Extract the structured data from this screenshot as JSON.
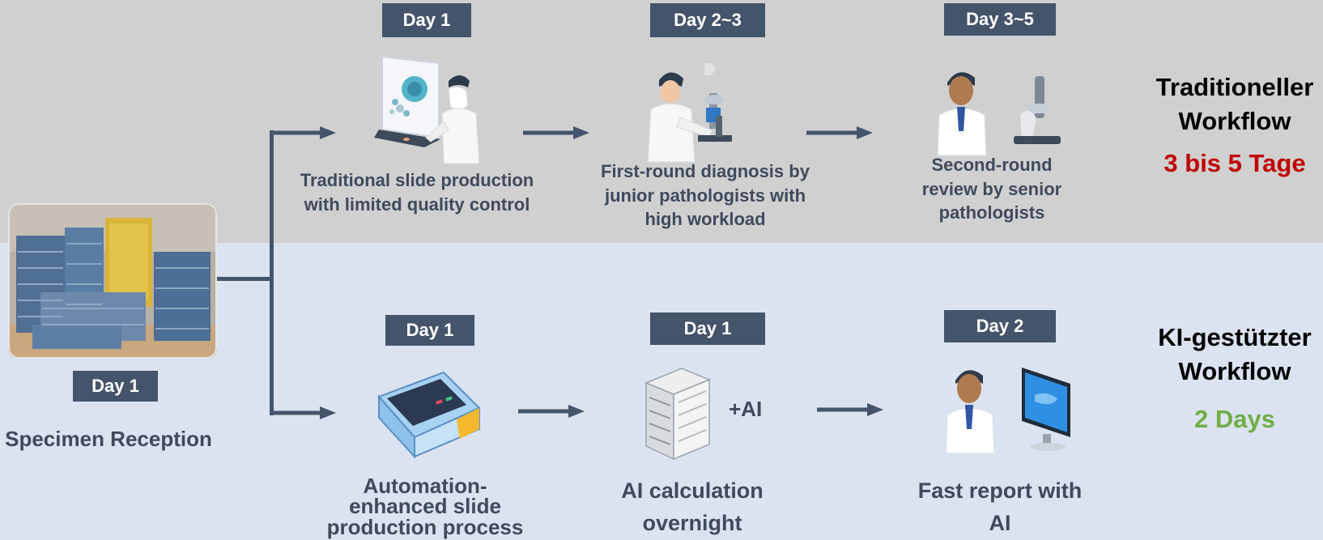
{
  "specimen": {
    "day": "Day 1",
    "label": "Specimen Reception"
  },
  "traditional": {
    "steps": [
      {
        "day": "Day 1",
        "caption_lines": [
          "Traditional slide  production",
          "with  limited quality control"
        ]
      },
      {
        "day": "Day 2~3",
        "caption_lines": [
          "First-round diagnosis  by",
          "junior pathologists with",
          "high workload"
        ]
      },
      {
        "day": "Day 3~5",
        "caption_lines": [
          "Second-round",
          "review by senior",
          "pathologists"
        ]
      }
    ],
    "title_lines": [
      "Traditioneller",
      "Workflow"
    ],
    "duration": "3 bis 5 Tage",
    "duration_color": "#c00000"
  },
  "ai": {
    "steps": [
      {
        "day": "Day 1",
        "caption_lines": [
          "Automation-",
          "enhanced  slide",
          "production process"
        ]
      },
      {
        "day": "Day 1",
        "caption_lines": [
          "AI calculation",
          "overnight"
        ],
        "badge": "+AI"
      },
      {
        "day": "Day 2",
        "caption_lines": [
          "Fast report with",
          "AI"
        ]
      }
    ],
    "title_lines": [
      "KI-gestützter",
      "Workflow"
    ],
    "duration": "2 Days",
    "duration_color": "#70ad47"
  },
  "colors": {
    "top_band": "#d0d0d0",
    "bottom_band": "#dbe3f1",
    "day_badge": "#44546a",
    "text": "#3f4a5c"
  }
}
